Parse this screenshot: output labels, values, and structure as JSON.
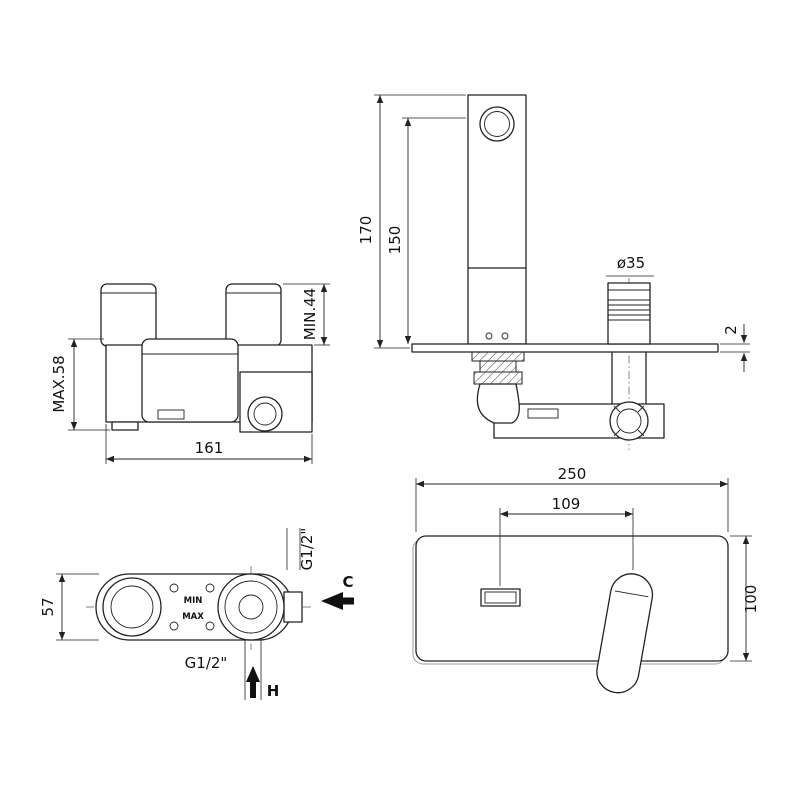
{
  "drawing": {
    "type": "faucet-technical-drawing",
    "colors": {
      "background": "#ffffff",
      "line": "#222222",
      "text": "#111111"
    },
    "views": {
      "faucet_side": {
        "dim_total_height": "170",
        "dim_spout_height": "150",
        "dim_cartridge_diameter": "ø35",
        "dim_plate_thickness": "2"
      },
      "body_side": {
        "dim_max_depth": "MAX.58",
        "dim_min_depth": "MIN.44",
        "dim_width": "161"
      },
      "body_top": {
        "dim_depth": "57",
        "thread_top": "G1/2\"",
        "thread_bottom": "G1/2\"",
        "cold_label": "C",
        "hot_label": "H",
        "min_label": "MIN",
        "max_label": "MAX"
      },
      "plate_front": {
        "dim_width": "250",
        "dim_spout_to_handle": "109",
        "dim_height": "100"
      }
    }
  }
}
